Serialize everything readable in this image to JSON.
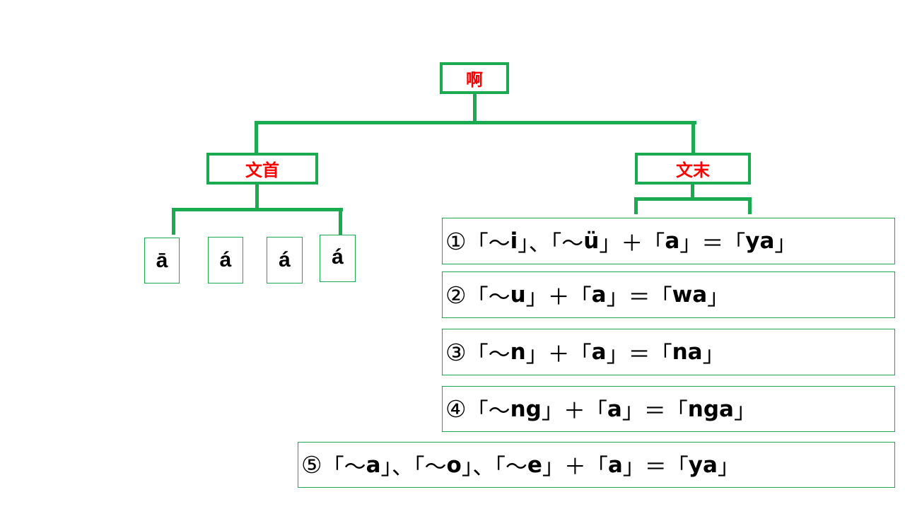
{
  "root": {
    "label": "啊"
  },
  "branches": {
    "start": {
      "label": "文首"
    },
    "end": {
      "label": "文末"
    }
  },
  "start_forms": [
    "ā",
    "á",
    "á",
    "á"
  ],
  "rules": [
    {
      "num": "①",
      "parts": [
        {
          "t": "「～",
          "b": false
        },
        {
          "t": "i",
          "b": true
        },
        {
          "t": "」、「～",
          "b": false
        },
        {
          "t": "ü",
          "b": true
        },
        {
          "t": "」＋「",
          "b": false
        },
        {
          "t": "a",
          "b": true
        },
        {
          "t": "」＝「",
          "b": false
        },
        {
          "t": "ya",
          "b": true
        },
        {
          "t": "」",
          "b": false
        }
      ]
    },
    {
      "num": "②",
      "parts": [
        {
          "t": "「～",
          "b": false
        },
        {
          "t": "u",
          "b": true
        },
        {
          "t": "」＋「",
          "b": false
        },
        {
          "t": "a",
          "b": true
        },
        {
          "t": "」＝「",
          "b": false
        },
        {
          "t": "wa",
          "b": true
        },
        {
          "t": "」",
          "b": false
        }
      ]
    },
    {
      "num": "③",
      "parts": [
        {
          "t": "「～",
          "b": false
        },
        {
          "t": "n",
          "b": true
        },
        {
          "t": "」＋「",
          "b": false
        },
        {
          "t": "a",
          "b": true
        },
        {
          "t": "」＝「",
          "b": false
        },
        {
          "t": "na",
          "b": true
        },
        {
          "t": "」",
          "b": false
        }
      ]
    },
    {
      "num": "④",
      "parts": [
        {
          "t": "「～",
          "b": false
        },
        {
          "t": "ng",
          "b": true
        },
        {
          "t": "」＋「",
          "b": false
        },
        {
          "t": "a",
          "b": true
        },
        {
          "t": "」＝「",
          "b": false
        },
        {
          "t": "nga",
          "b": true
        },
        {
          "t": "」",
          "b": false
        }
      ]
    },
    {
      "num": "⑤",
      "parts": [
        {
          "t": "「～",
          "b": false
        },
        {
          "t": "a",
          "b": true
        },
        {
          "t": "」、「～",
          "b": false
        },
        {
          "t": "o",
          "b": true
        },
        {
          "t": "」、「～",
          "b": false
        },
        {
          "t": "e",
          "b": true
        },
        {
          "t": "」＋「",
          "b": false
        },
        {
          "t": "a",
          "b": true
        },
        {
          "t": "」＝「",
          "b": false
        },
        {
          "t": "ya",
          "b": true
        },
        {
          "t": "」",
          "b": false
        }
      ]
    }
  ],
  "colors": {
    "line": "#1aab50",
    "node_text": "#ff0000",
    "text": "#000000"
  }
}
